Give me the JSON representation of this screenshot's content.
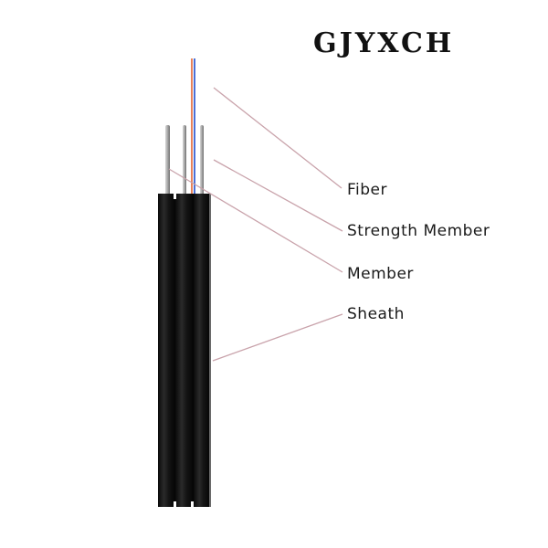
{
  "brand": {
    "name": "GJYXCH"
  },
  "labels": {
    "fiber": "Fiber",
    "strength_member": "Strength Member",
    "member": "Member",
    "sheath": "Sheath"
  },
  "colors": {
    "leader_line": "#c9a3ab",
    "sheath": "#111111",
    "fiber_orange": "#e8825a",
    "fiber_blue": "#4a6fd6",
    "wire_gray": "#b8b8b8"
  }
}
